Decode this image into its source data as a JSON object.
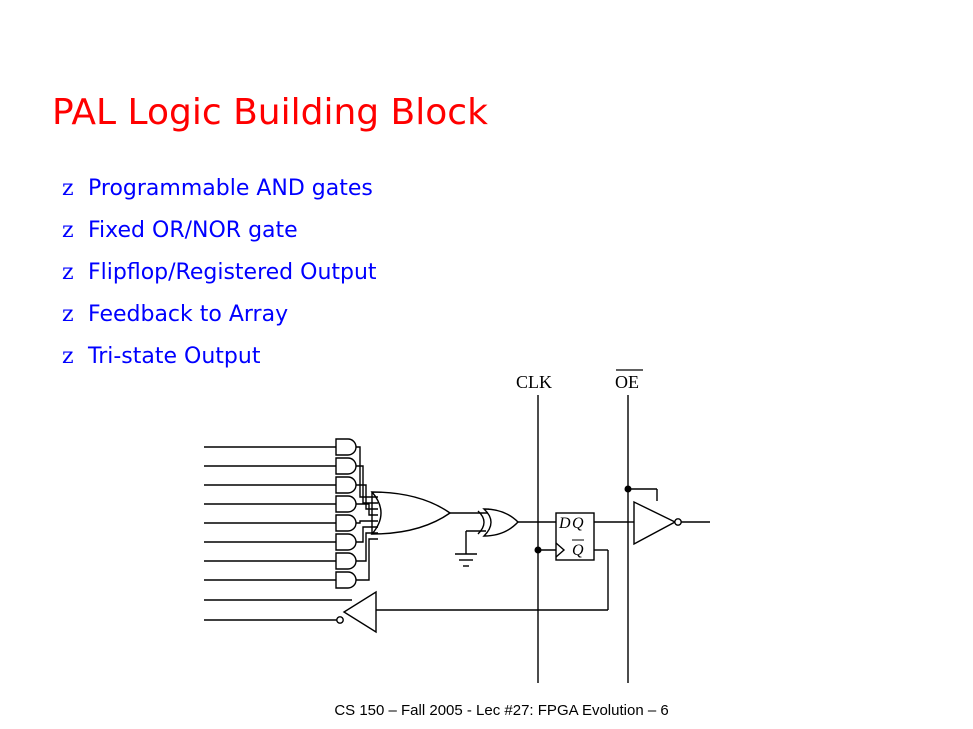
{
  "slide": {
    "title": "PAL Logic Building Block",
    "bullet_glyph": "z",
    "bullets": [
      "Programmable AND gates",
      "Fixed OR/NOR gate",
      "Flipflop/Registered Output",
      "Feedback to Array",
      "Tri-state Output"
    ],
    "footer": "CS 150 – Fall 2005 - Lec #27: FPGA Evolution – 6"
  },
  "diagram": {
    "clk_label": "CLK",
    "oe_label": "OE",
    "ff_d_label": "D",
    "ff_q_label": "Q",
    "ff_qbar_label": "Q"
  }
}
